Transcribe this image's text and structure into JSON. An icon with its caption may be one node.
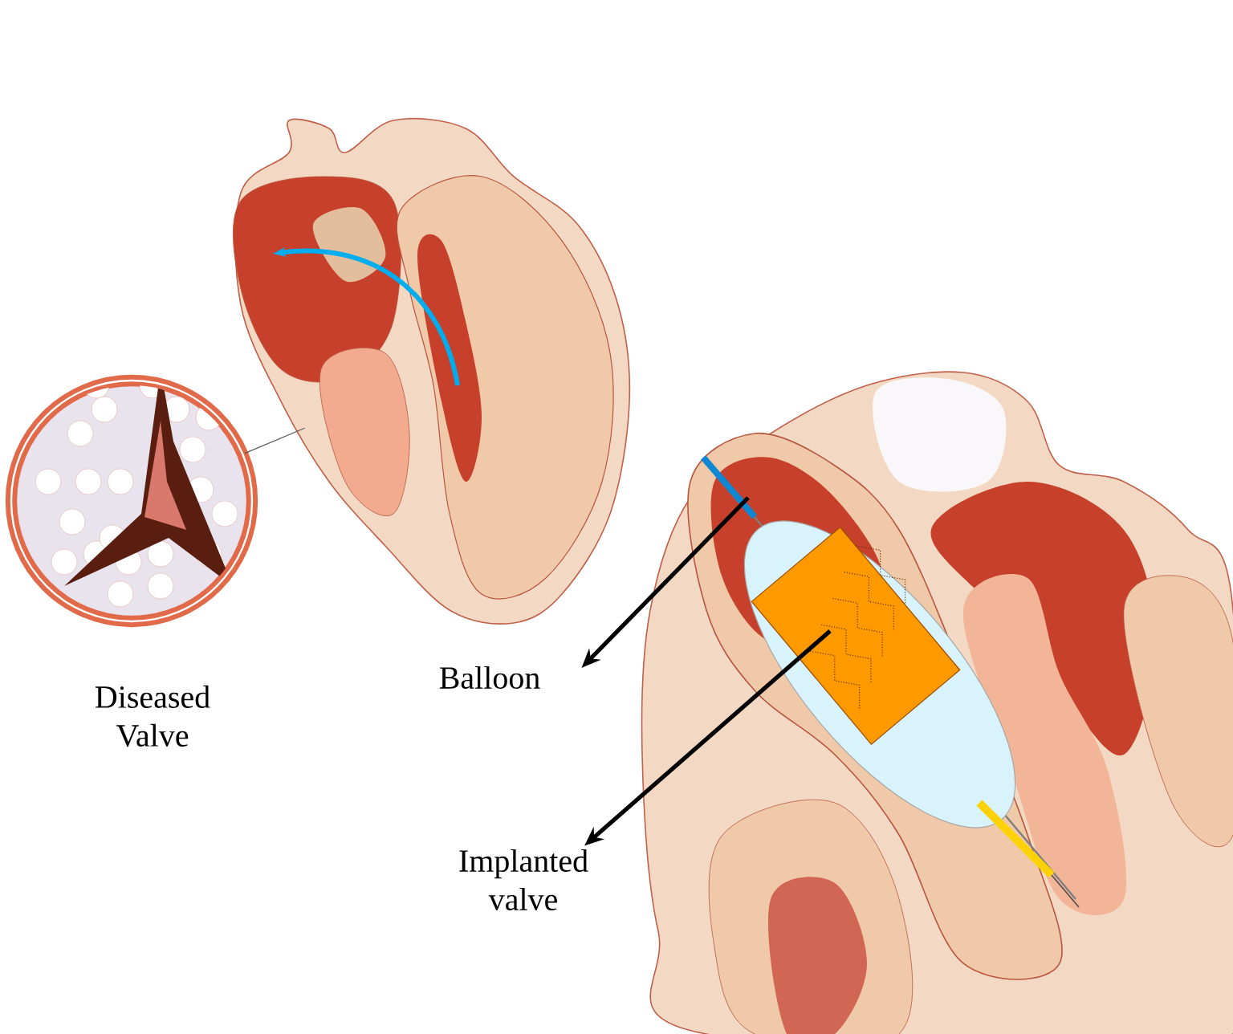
{
  "diagram": {
    "nodes": [
      {
        "text": [],
        "shape": "picture",
        "beside": [
          "Diseased Valve"
        ]
      },
      {
        "text": [],
        "shape": "picture"
      },
      {
        "text": [
          "Balloon"
        ]
      },
      {
        "text": [
          "Implanted valve"
        ]
      }
    ],
    "edges": [
      {
        "from": 0,
        "to": 1,
        "arrow": "none"
      },
      {
        "from": null,
        "to": 2,
        "arrow": "to"
      },
      {
        "from": null,
        "to": 3,
        "arrow": "to"
      }
    ]
  }
}
